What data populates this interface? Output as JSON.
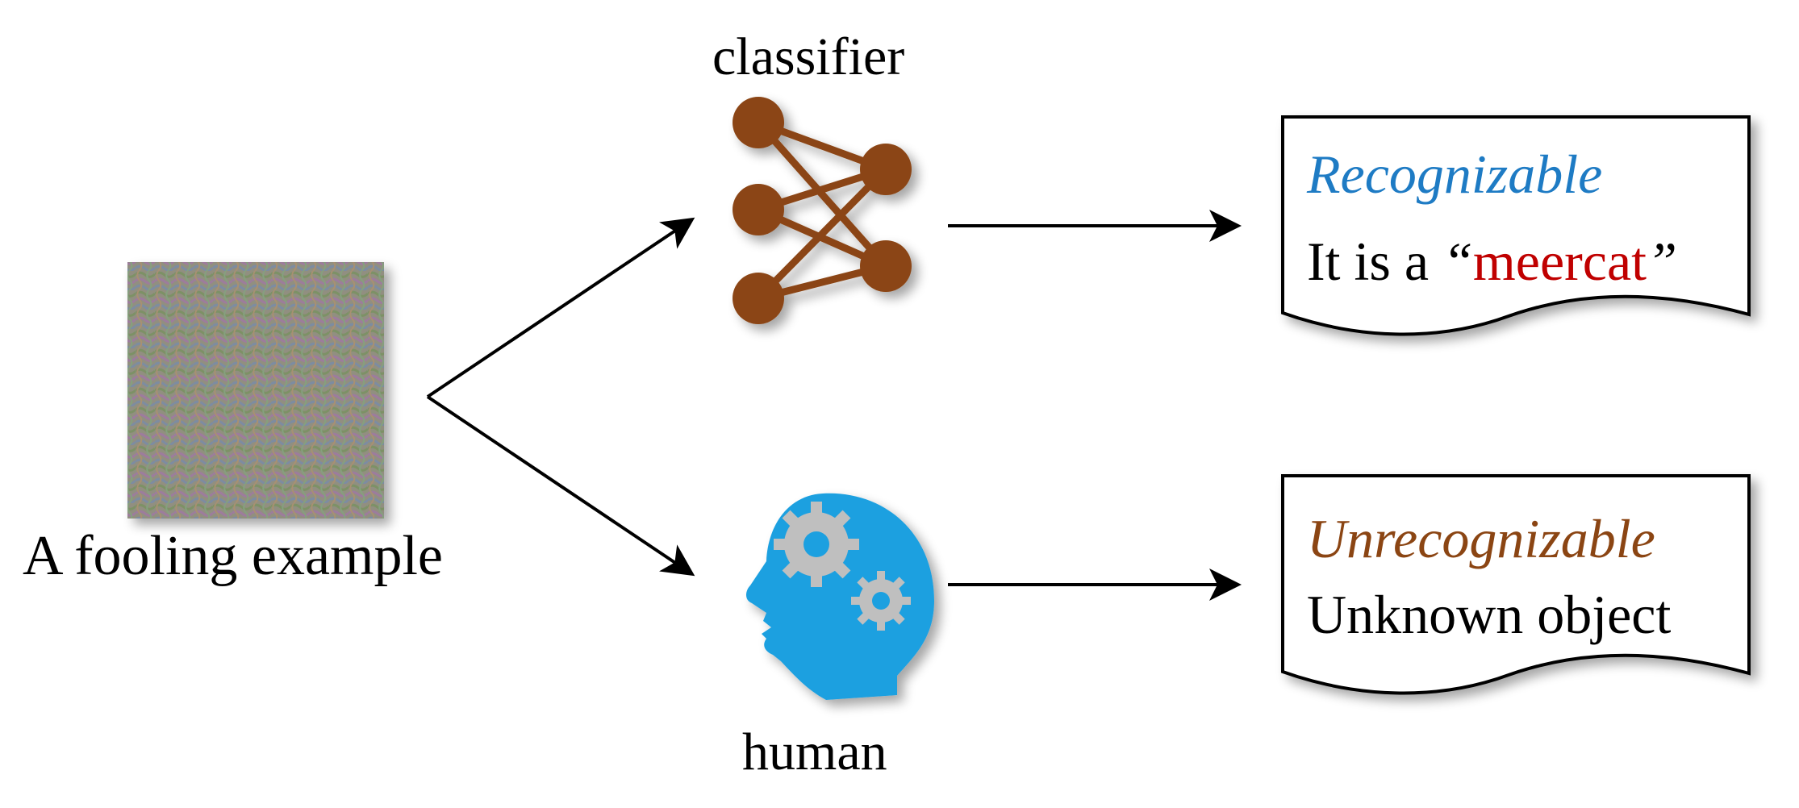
{
  "fooling_example": {
    "caption": "A fooling example",
    "image_icon": "noisy-meerkat-pattern-image"
  },
  "classifier": {
    "label": "classifier",
    "icon": "neural-network-icon",
    "node_color": "#8B4513"
  },
  "human": {
    "label": "human",
    "icon": "human-head-gears-icon",
    "head_color": "#1FA0E0",
    "gear_color": "#BFBFBF"
  },
  "classifier_output": {
    "title": "Recognizable",
    "title_color": "#1E7BC4",
    "text_prefix": "It is a ",
    "open_quote": "“",
    "label": "meercat",
    "label_color": "#C00000",
    "close_quote": "”"
  },
  "human_output": {
    "title": "Unrecognizable",
    "title_color": "#8B4513",
    "text": "Unknown object"
  }
}
